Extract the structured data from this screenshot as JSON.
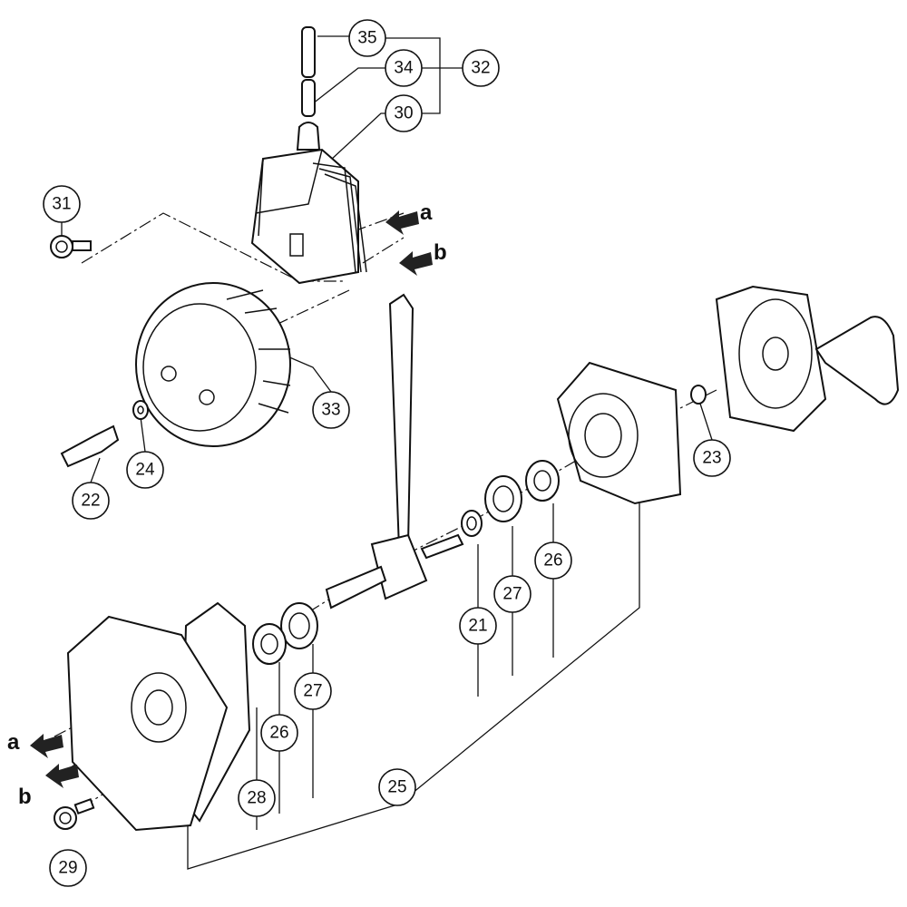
{
  "callouts": {
    "c35": "35",
    "c34": "34",
    "c32": "32",
    "c30": "30",
    "c31": "31",
    "c33": "33",
    "c24": "24",
    "c22": "22",
    "c23": "23",
    "c26a": "26",
    "c27a": "27",
    "c21": "21",
    "c27b": "27",
    "c26b": "26",
    "c25": "25",
    "c28": "28",
    "c29": "29"
  },
  "letters": {
    "top_a": "a",
    "top_b": "b",
    "bottom_a": "a",
    "bottom_b": "b"
  }
}
